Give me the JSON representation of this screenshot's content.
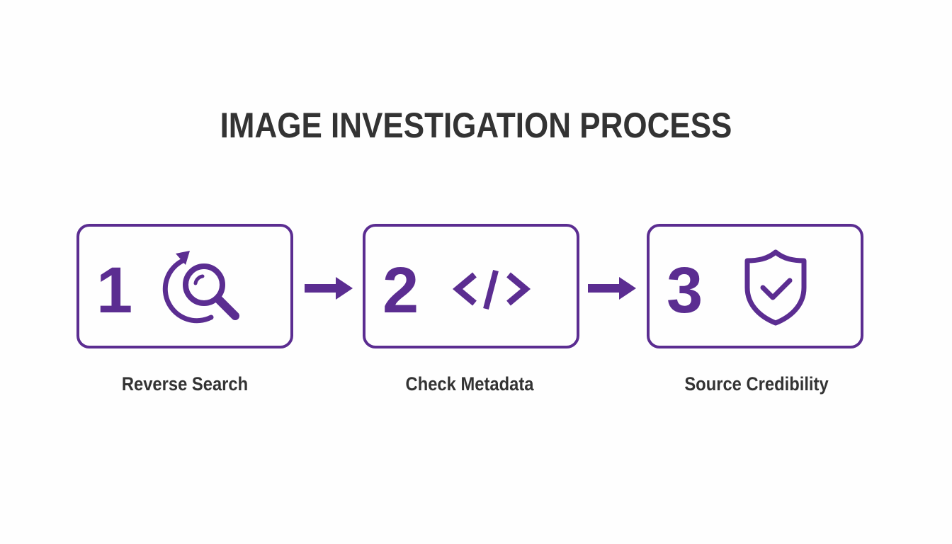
{
  "title": "IMAGE INVESTIGATION PROCESS",
  "accent_color": "#5b2d91",
  "text_color": "#333333",
  "steps": [
    {
      "number": "1",
      "icon": "reverse-search-icon",
      "label": "Reverse Search"
    },
    {
      "number": "2",
      "icon": "code-icon",
      "label": "Check Metadata"
    },
    {
      "number": "3",
      "icon": "shield-check-icon",
      "label": "Source Credibility"
    }
  ],
  "connectors": [
    "arrow-right-icon",
    "arrow-right-icon"
  ]
}
